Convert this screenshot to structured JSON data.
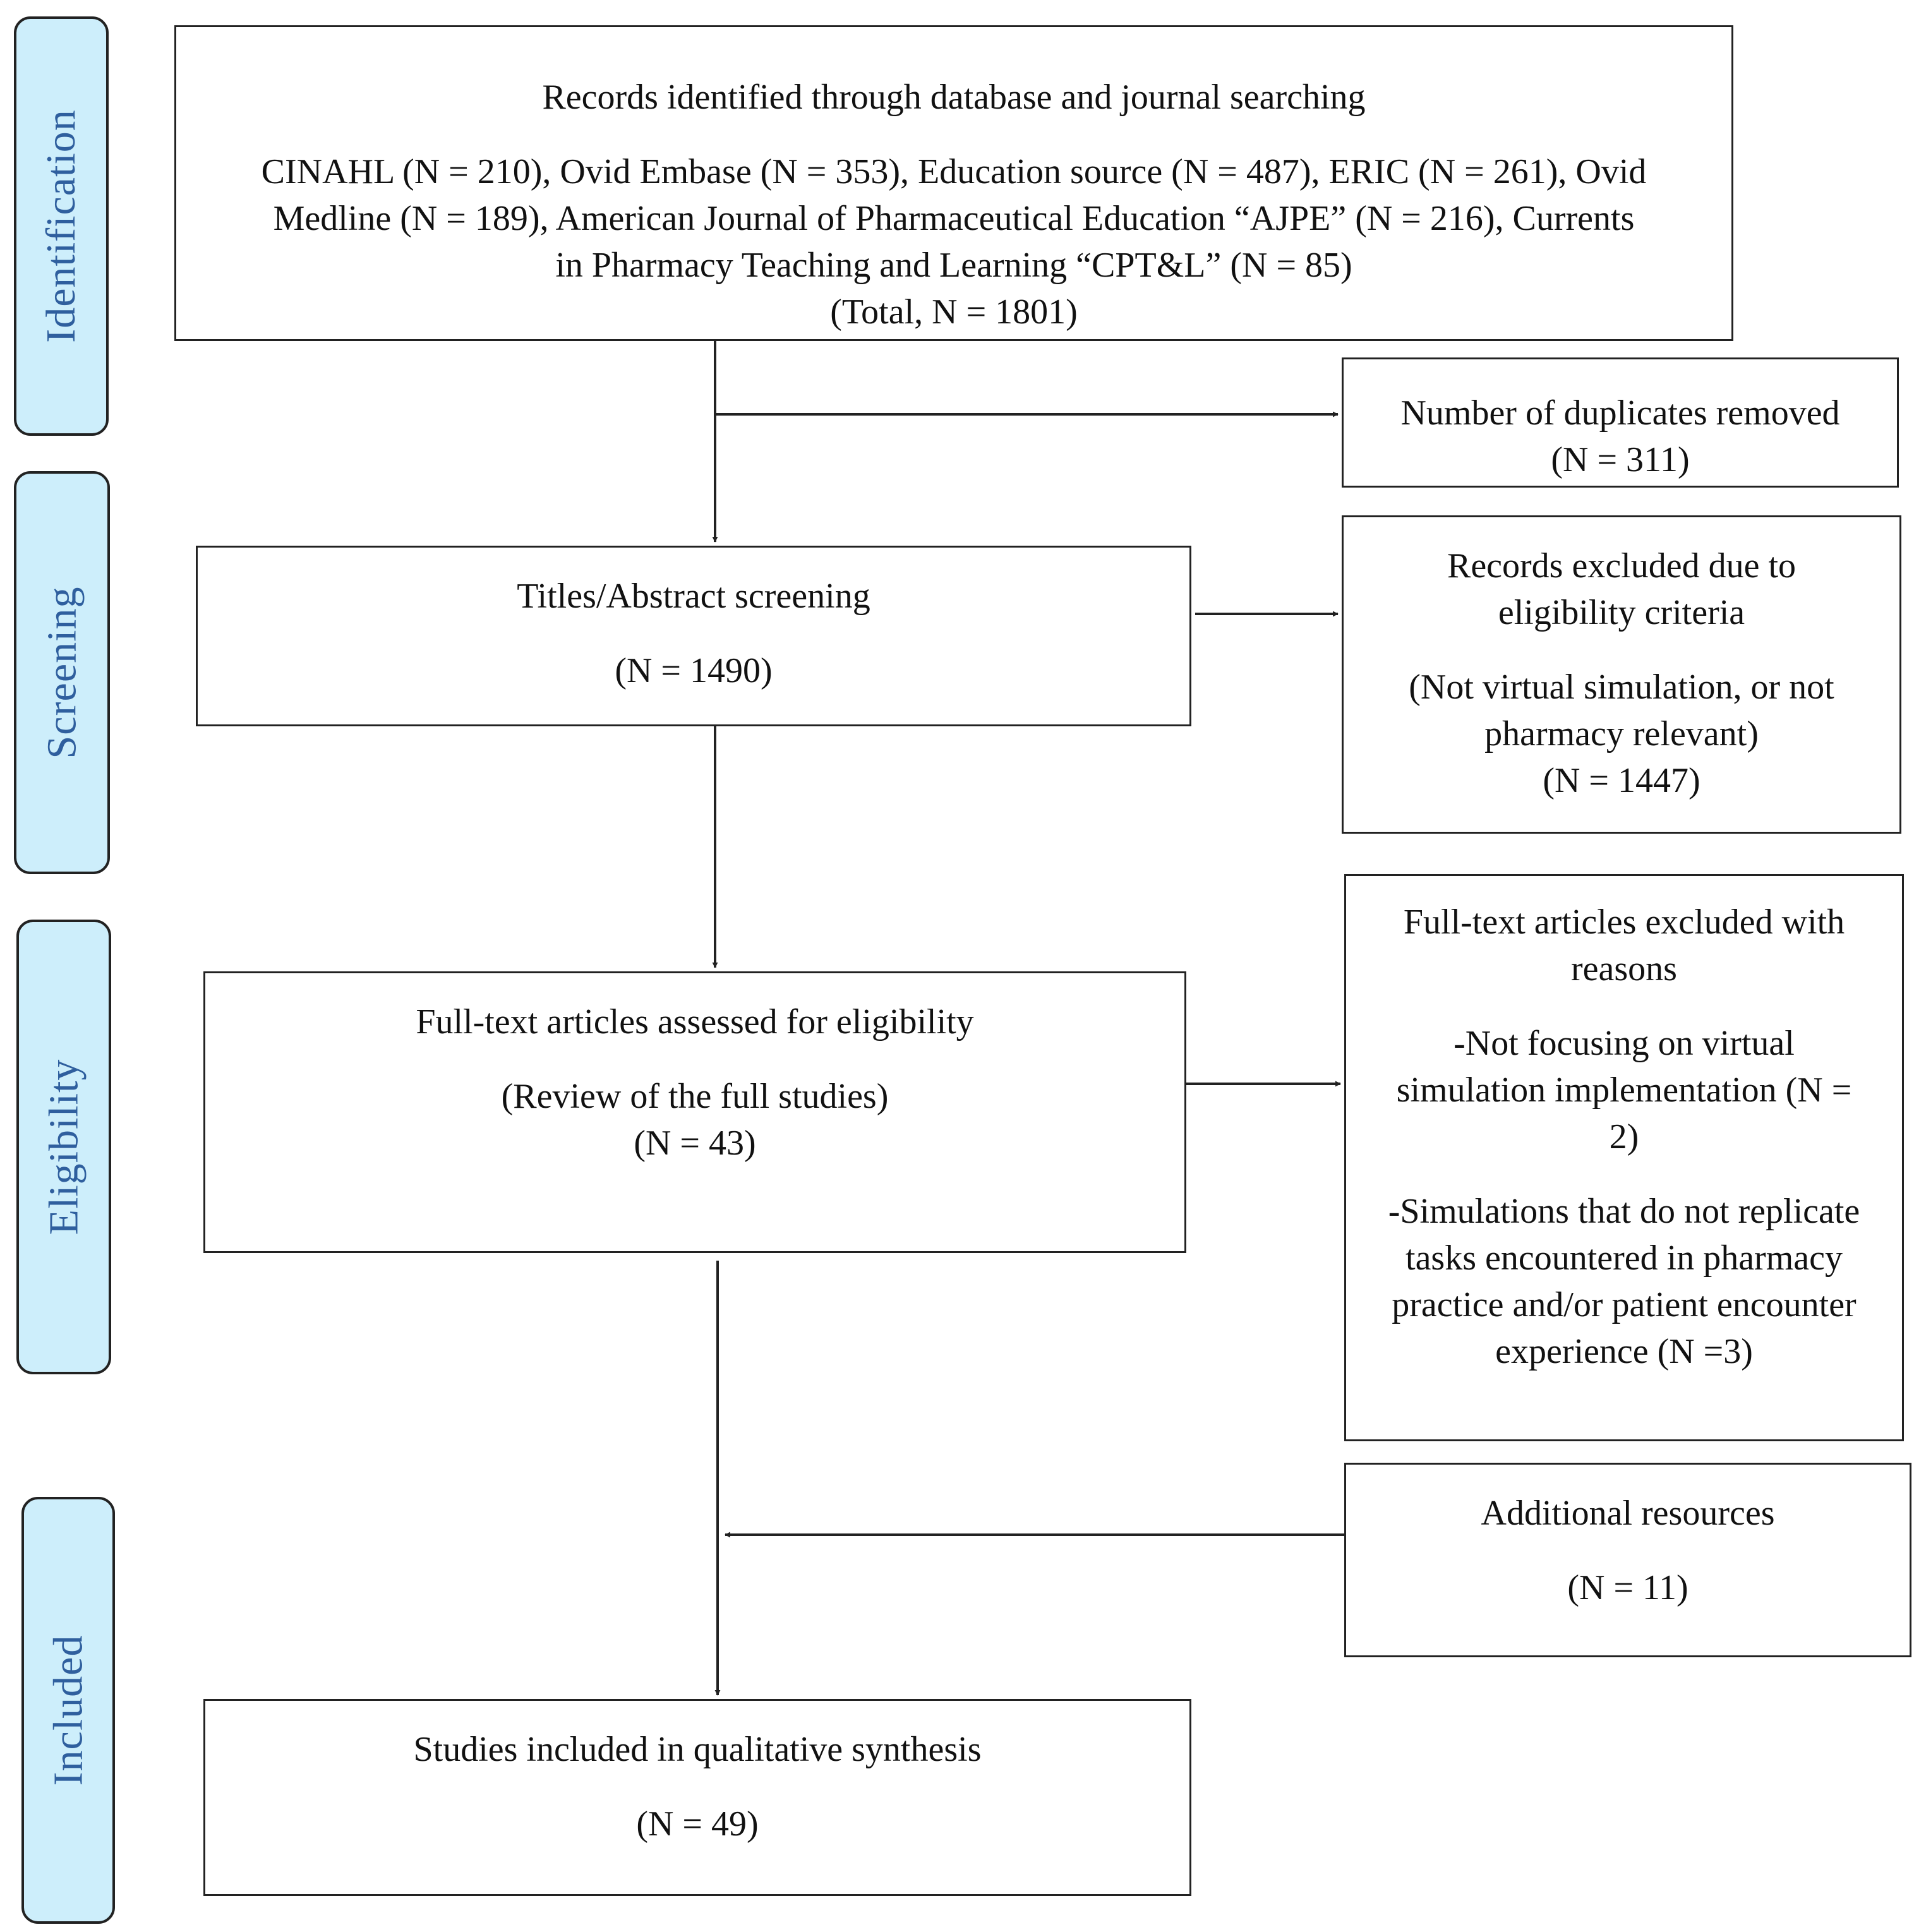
{
  "phases": {
    "identification": "Identification",
    "screening": "Screening",
    "eligibility": "Eligibility",
    "included": "Included"
  },
  "identification_box": {
    "title": "Records identified through database and journal searching",
    "line1": "CINAHL (N = 210), Ovid Embase (N = 353), Education source (N = 487), ERIC (N = 261), Ovid",
    "line2": "Medline (N = 189), American Journal of Pharmaceutical Education “AJPE” (N = 216), Currents",
    "line3": "in Pharmacy Teaching and Learning “CPT&L” (N = 85)",
    "line4": "(Total, N = 1801)"
  },
  "duplicates_box": {
    "line1": "Number of duplicates removed",
    "line2": "(N = 311)"
  },
  "screening_box": {
    "title": "Titles/Abstract screening",
    "count": "(N = 1490)"
  },
  "excluded_box": {
    "line1": "Records excluded due to",
    "line2": "eligibility criteria",
    "line3": "(Not virtual simulation, or not",
    "line4": "pharmacy relevant)",
    "line5": "(N = 1447)"
  },
  "eligibility_box": {
    "title": "Full-text articles assessed for eligibility",
    "line1": "(Review of the full studies)",
    "count": "(N = 43)"
  },
  "fulltext_excluded_box": {
    "line1": "Full-text articles excluded with",
    "line2": "reasons",
    "line3": "-Not focusing on virtual",
    "line4": "simulation implementation (N =",
    "line5": "2)",
    "line6": "-Simulations that do not replicate",
    "line7": "tasks encountered in pharmacy",
    "line8": "practice and/or patient encounter",
    "line9": "experience (N =3)"
  },
  "additional_box": {
    "title": "Additional resources",
    "count": "(N = 11)"
  },
  "included_box": {
    "title": "Studies included in qualitative synthesis",
    "count": "(N = 49)"
  },
  "colors": {
    "phase_fill": "#cdeefb",
    "phase_text": "#2f5f9e",
    "line": "#222222"
  }
}
